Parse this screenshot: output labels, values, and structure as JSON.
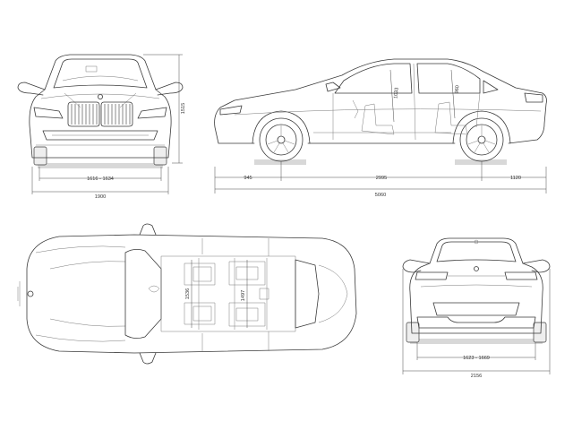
{
  "dimensions": {
    "overall_height": "1515",
    "front_track": "1616 - 1634",
    "body_width": "1900",
    "front_overhang": "945",
    "wheelbase": "2995",
    "rear_overhang": "1120",
    "overall_length": "5060",
    "front_headroom": "1033",
    "rear_headroom": "960",
    "front_shoulder_room": "1536",
    "rear_shoulder_room": "1497",
    "rear_track": "1623 - 1669",
    "width_with_mirrors": "2156"
  },
  "colors": {
    "line": "#3a3a3a",
    "dimension_line": "#4a4a4a",
    "background": "#ffffff",
    "ground_shadow": "#d8d8d8"
  }
}
